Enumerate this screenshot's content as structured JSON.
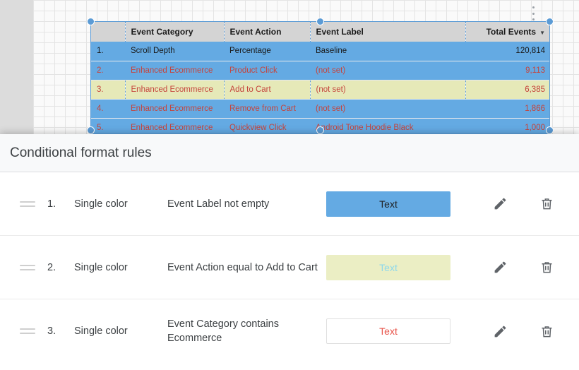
{
  "editor": {
    "kebab_menu_label": "more-options"
  },
  "table": {
    "headers": [
      "",
      "Event Category",
      "Event Action",
      "Event Label",
      "Total Events"
    ],
    "sort_caret": "▼",
    "rows": [
      {
        "index": "1.",
        "category": "Scroll Depth",
        "action": "Percentage",
        "label": "Baseline",
        "events": "120,814",
        "style": "row-blue"
      },
      {
        "index": "2.",
        "category": "Enhanced Ecommerce",
        "action": "Product Click",
        "label": "(not set)",
        "events": "9,113",
        "style": "row-blue red-text"
      },
      {
        "index": "3.",
        "category": "Enhanced Ecommerce",
        "action": "Add to Cart",
        "label": "(not set)",
        "events": "6,385",
        "style": "row-yellow red-text"
      },
      {
        "index": "4.",
        "category": "Enhanced Ecommerce",
        "action": "Remove from Cart",
        "label": "(not set)",
        "events": "1,866",
        "style": "row-blue red-text"
      },
      {
        "index": "5.",
        "category": "Enhanced Ecommerce",
        "action": "Quickview Click",
        "label": "Android Tone Hoodie Black",
        "events": "1,000",
        "style": "row-blue red-text"
      }
    ]
  },
  "dialog": {
    "title": "Conditional format rules",
    "rules": [
      {
        "index": "1.",
        "type": "Single color",
        "condition": "Event Label not empty",
        "preview_text": "Text",
        "preview_bg": "#64aae3",
        "preview_fg": "#202124"
      },
      {
        "index": "2.",
        "type": "Single color",
        "condition": "Event Action equal to Add to Cart",
        "preview_text": "Text",
        "preview_bg": "#ebeec4",
        "preview_fg": "#8fd8ea"
      },
      {
        "index": "3.",
        "type": "Single color",
        "condition": "Event Category contains Ecommerce",
        "preview_text": "Text",
        "preview_bg": "#ffffff",
        "preview_fg": "#e8544a"
      }
    ],
    "edit_label": "edit",
    "delete_label": "delete"
  }
}
